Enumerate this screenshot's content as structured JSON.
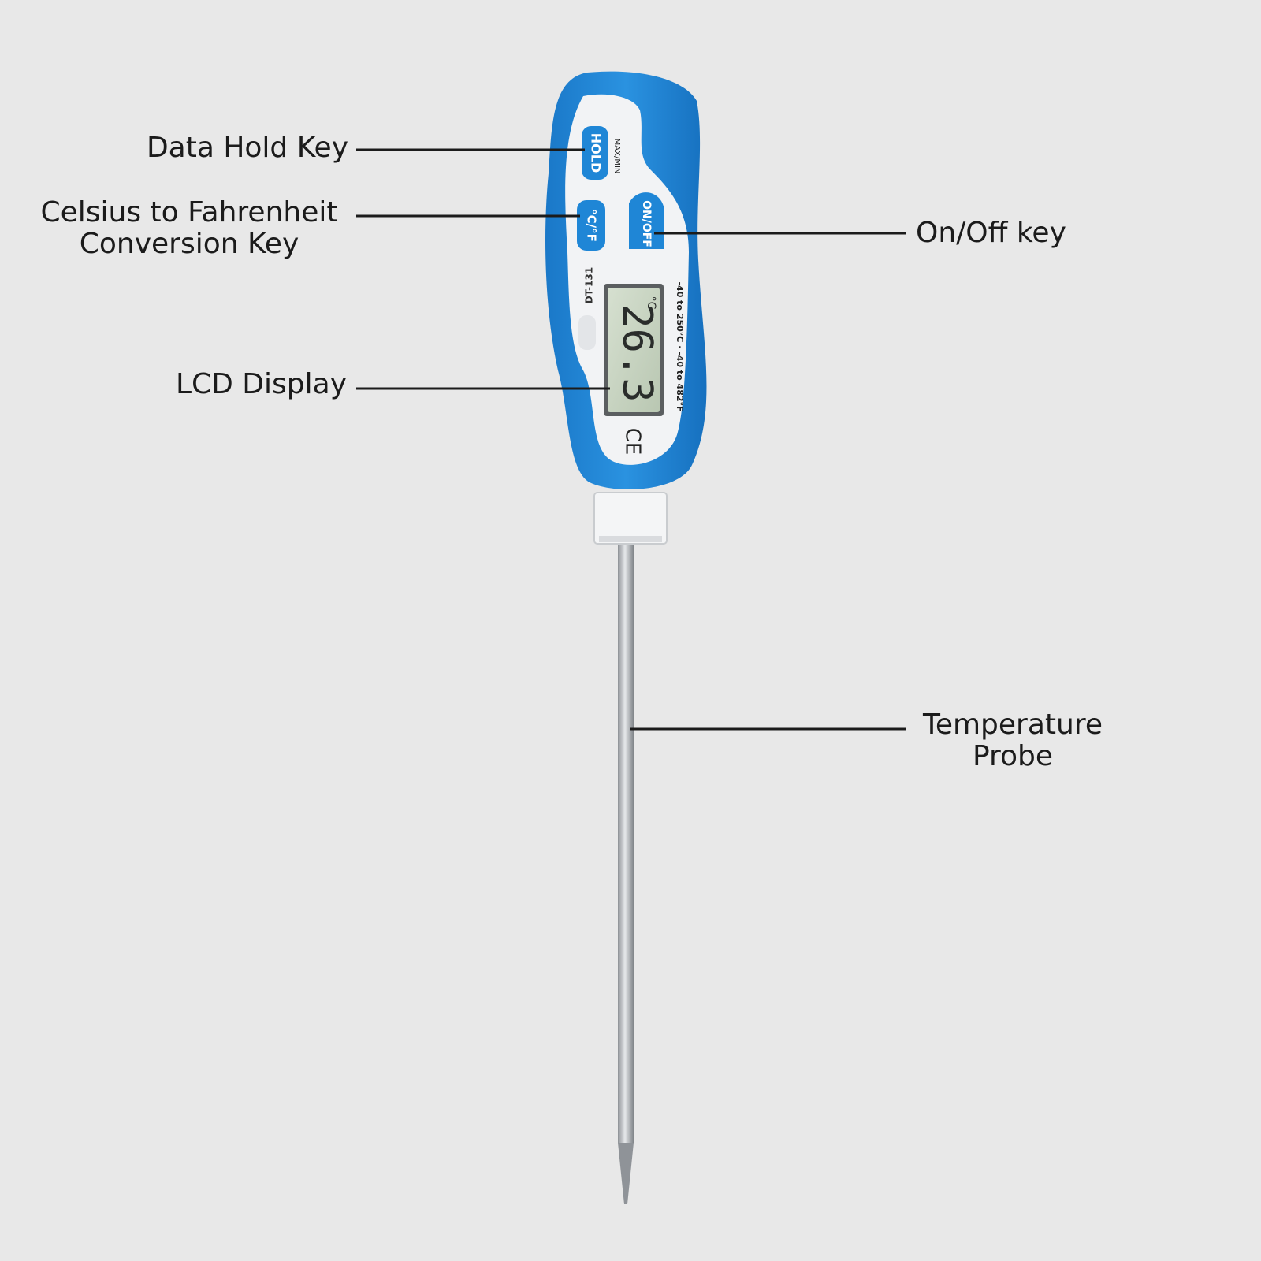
{
  "colors": {
    "background": "#e8e8e8",
    "body_blue": "#1f86d6",
    "face_white": "#f2f3f5",
    "lcd_green": "#c9d6c2",
    "probe_steel": "#b8bcc0",
    "leader_line": "#1b1b1b"
  },
  "device": {
    "hold_key": "HOLD",
    "hold_sub": "MAX/MIN",
    "unit_key": "°C/°F",
    "power_key": "ON/OFF",
    "model": "DT-131",
    "reading": "26.3",
    "reading_unit": "°C",
    "range": "-40 to 250°C · -40 to 482°F",
    "cert_mark": "CE"
  },
  "callouts": {
    "hold": {
      "lines": [
        "Data Hold Key"
      ]
    },
    "unit": {
      "lines": [
        "Celsius to Fahrenheit",
        "Conversion Key"
      ]
    },
    "lcd": {
      "lines": [
        "LCD Display"
      ]
    },
    "power": {
      "lines": [
        "On/Off key"
      ]
    },
    "probe": {
      "lines": [
        "Temperature",
        "Probe"
      ]
    }
  }
}
